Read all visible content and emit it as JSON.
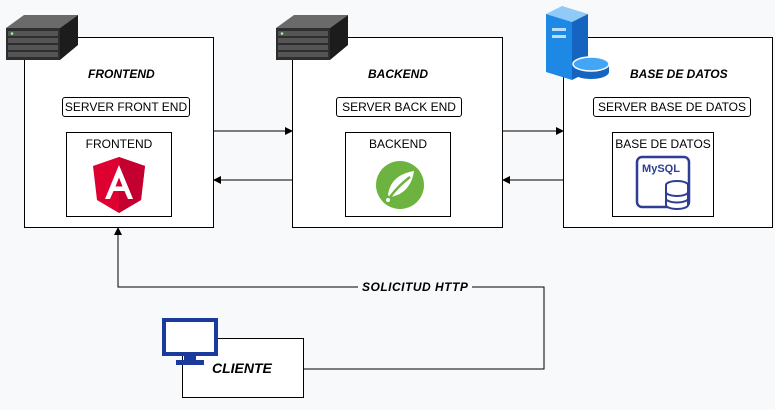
{
  "frontend": {
    "title": "FRONTEND",
    "server_label": "SERVER FRONT END",
    "inner_label": "FRONTEND"
  },
  "backend": {
    "title": "BACKEND",
    "server_label": "SERVER BACK END",
    "inner_label": "BACKEND"
  },
  "database": {
    "title": "BASE DE DATOS",
    "server_label": "SERVER BASE DE DATOS",
    "inner_label": "BASE DE DATOS",
    "logo_text": "MySQL"
  },
  "client": {
    "label": "CLIENTE"
  },
  "edges": {
    "request_label": "SOLICITUD HTTP"
  },
  "icons": {
    "frontend_server": "rack-server-icon",
    "backend_server": "rack-server-icon",
    "database_server": "tower-database-server-icon",
    "frontend_logo": "angular-logo-icon",
    "backend_logo": "spring-logo-icon",
    "database_logo": "mysql-logo-icon",
    "client_device": "monitor-icon"
  },
  "colors": {
    "angular_red": "#dd0031",
    "angular_dark": "#c3002f",
    "spring_green": "#6db33f",
    "mysql_blue": "#2f3e94",
    "server_blue": "#1e88e5",
    "monitor_blue": "#1a3a9e"
  }
}
